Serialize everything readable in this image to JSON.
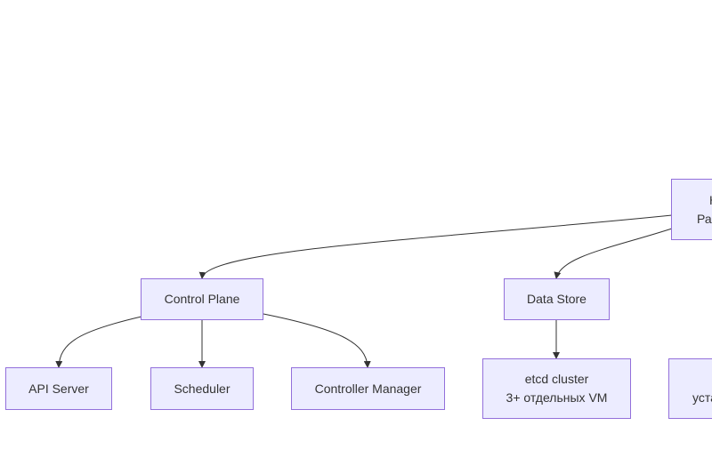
{
  "diagram": {
    "root": {
      "line1": "К",
      "line2": "Раз"
    },
    "control_plane": "Control Plane",
    "data_store": "Data Store",
    "api_server": "API Server",
    "scheduler": "Scheduler",
    "controller_manager": "Controller Manager",
    "etcd": {
      "line1": "etcd cluster",
      "line2": "3+ отдельных VM"
    },
    "partial_node": {
      "line1": "",
      "line2": "уста"
    }
  },
  "colors": {
    "node_fill": "#ececff",
    "node_border": "#9370db",
    "edge": "#333333",
    "text": "#333333"
  }
}
